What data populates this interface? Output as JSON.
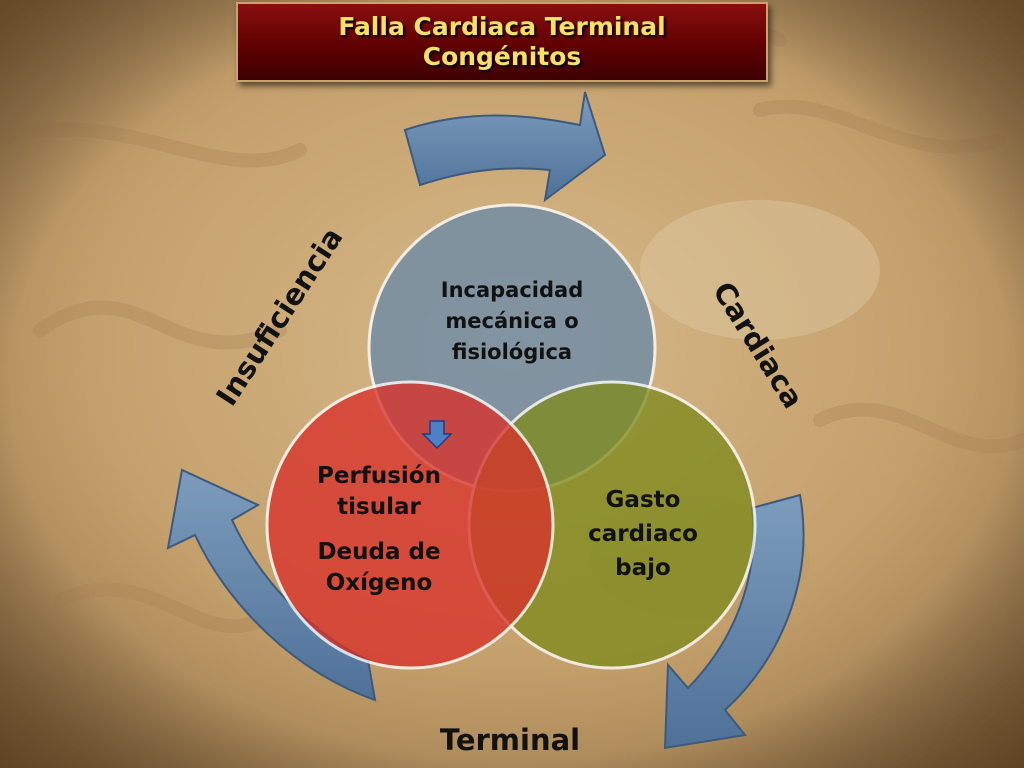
{
  "title": {
    "line1": "Falla Cardiaca Terminal",
    "line2": "Congénitos"
  },
  "cycle_words": {
    "left": "Insuficiencia",
    "right": "Cardiaca",
    "bottom": "Terminal"
  },
  "circles": {
    "top": {
      "lines": [
        "Incapacidad",
        "mecánica o",
        "fisiológica"
      ],
      "color": "#6b8aa8"
    },
    "right": {
      "lines": [
        "Gasto",
        "cardiaco",
        "bajo"
      ],
      "color": "#7f8b1e"
    },
    "left": {
      "lines": [
        "Perfusión",
        "tisular",
        "Deuda de",
        "Oxígeno"
      ],
      "color": "#d9312a"
    }
  },
  "colors": {
    "title_bg": "#6b0000",
    "title_text": "#f5e06a",
    "arrow_fill": "#5e80a6",
    "parchment": "#c9a878"
  },
  "icons": {
    "center": "down-arrow-icon"
  }
}
